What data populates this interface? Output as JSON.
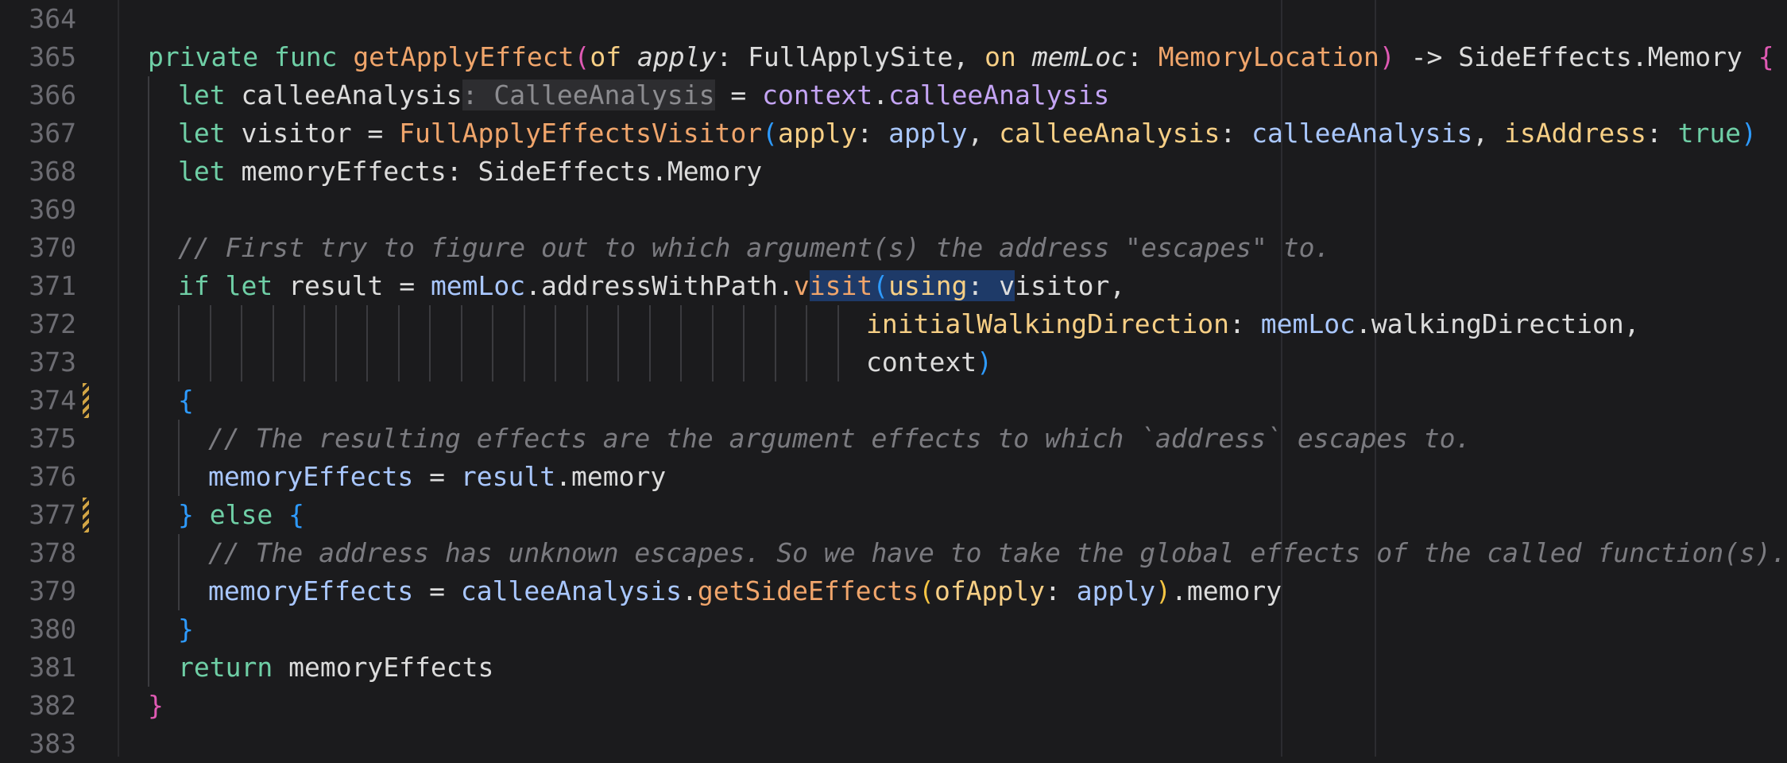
{
  "editor": {
    "line_numbers": [
      "364",
      "365",
      "366",
      "367",
      "368",
      "369",
      "370",
      "371",
      "372",
      "373",
      "374",
      "375",
      "376",
      "377",
      "378",
      "379",
      "380",
      "381",
      "382",
      "383"
    ],
    "lines": [
      {
        "indent": 0,
        "tokens": []
      },
      {
        "indent": 0,
        "tokens": [
          {
            "t": "private",
            "c": "kw"
          },
          {
            "t": " ",
            "c": "pu"
          },
          {
            "t": "func",
            "c": "kw"
          },
          {
            "t": " ",
            "c": "pu"
          },
          {
            "t": "getApplyEffect",
            "c": "fn"
          },
          {
            "t": "(",
            "c": "br-pink"
          },
          {
            "t": "of",
            "c": "lbl"
          },
          {
            "t": " ",
            "c": "pu"
          },
          {
            "t": "apply",
            "c": "param"
          },
          {
            "t": ": ",
            "c": "pu"
          },
          {
            "t": "FullApplySite",
            "c": "typ"
          },
          {
            "t": ", ",
            "c": "pu"
          },
          {
            "t": "on",
            "c": "lbl"
          },
          {
            "t": " ",
            "c": "pu"
          },
          {
            "t": "memLoc",
            "c": "param"
          },
          {
            "t": ": ",
            "c": "pu"
          },
          {
            "t": "MemoryLocation",
            "c": "typ2"
          },
          {
            "t": ")",
            "c": "br-pink"
          },
          {
            "t": " -> ",
            "c": "pu"
          },
          {
            "t": "SideEffects.Memory",
            "c": "typ"
          },
          {
            "t": " ",
            "c": "pu"
          },
          {
            "t": "{",
            "c": "br-pink"
          }
        ]
      },
      {
        "indent": 1,
        "tokens": [
          {
            "t": "let",
            "c": "kw"
          },
          {
            "t": " ",
            "c": "pu"
          },
          {
            "t": "calleeAnalysis",
            "c": "ident"
          },
          {
            "t": ": CalleeAnalysis",
            "c": "hint"
          },
          {
            "t": " = ",
            "c": "pu"
          },
          {
            "t": "context",
            "c": "prop2"
          },
          {
            "t": ".",
            "c": "pu"
          },
          {
            "t": "calleeAnalysis",
            "c": "prop2"
          }
        ]
      },
      {
        "indent": 1,
        "tokens": [
          {
            "t": "let",
            "c": "kw"
          },
          {
            "t": " ",
            "c": "pu"
          },
          {
            "t": "visitor",
            "c": "ident"
          },
          {
            "t": " = ",
            "c": "pu"
          },
          {
            "t": "FullApplyEffectsVisitor",
            "c": "fn"
          },
          {
            "t": "(",
            "c": "br-blue"
          },
          {
            "t": "apply",
            "c": "lbl"
          },
          {
            "t": ": ",
            "c": "pu"
          },
          {
            "t": "apply",
            "c": "vr"
          },
          {
            "t": ", ",
            "c": "pu"
          },
          {
            "t": "calleeAnalysis",
            "c": "lbl"
          },
          {
            "t": ": ",
            "c": "pu"
          },
          {
            "t": "calleeAnalysis",
            "c": "vr"
          },
          {
            "t": ", ",
            "c": "pu"
          },
          {
            "t": "isAddress",
            "c": "lbl"
          },
          {
            "t": ": ",
            "c": "pu"
          },
          {
            "t": "true",
            "c": "bool"
          },
          {
            "t": ")",
            "c": "br-blue"
          }
        ]
      },
      {
        "indent": 1,
        "tokens": [
          {
            "t": "let",
            "c": "kw"
          },
          {
            "t": " ",
            "c": "pu"
          },
          {
            "t": "memoryEffects",
            "c": "ident"
          },
          {
            "t": ": ",
            "c": "pu"
          },
          {
            "t": "SideEffects.Memory",
            "c": "typ"
          }
        ]
      },
      {
        "indent": 1,
        "tokens": []
      },
      {
        "indent": 1,
        "tokens": [
          {
            "t": "// First try to figure out to which argument(s) the address \"escapes\" to.",
            "c": "cmt"
          }
        ]
      },
      {
        "indent": 1,
        "tokens": [
          {
            "t": "if",
            "c": "kw"
          },
          {
            "t": " ",
            "c": "pu"
          },
          {
            "t": "let",
            "c": "kw"
          },
          {
            "t": " ",
            "c": "pu"
          },
          {
            "t": "result",
            "c": "ident"
          },
          {
            "t": " = ",
            "c": "pu"
          },
          {
            "t": "memLoc",
            "c": "vr"
          },
          {
            "t": ".",
            "c": "pu"
          },
          {
            "t": "addressWithPath",
            "c": "ident"
          },
          {
            "t": ".",
            "c": "pu"
          },
          {
            "t": "v",
            "c": "fn"
          },
          {
            "t": "isit",
            "c": "fn",
            "hl": true
          },
          {
            "t": "(",
            "c": "br-blue",
            "hl": true
          },
          {
            "t": "using",
            "c": "lbl",
            "hl": true
          },
          {
            "t": ": ",
            "c": "pu",
            "hl": true
          },
          {
            "t": "v",
            "c": "ident",
            "hl": true
          },
          {
            "t": "isitor",
            "c": "ident"
          },
          {
            "t": ",",
            "c": "pu"
          }
        ]
      },
      {
        "indent": 0,
        "pad": 22,
        "tokens": [
          {
            "t": "initialWalkingDirection",
            "c": "lbl"
          },
          {
            "t": ": ",
            "c": "pu"
          },
          {
            "t": "memLoc",
            "c": "vr"
          },
          {
            "t": ".",
            "c": "pu"
          },
          {
            "t": "walkingDirection",
            "c": "ident"
          },
          {
            "t": ",",
            "c": "pu"
          }
        ]
      },
      {
        "indent": 0,
        "pad": 22,
        "tokens": [
          {
            "t": "context",
            "c": "ident"
          },
          {
            "t": ")",
            "c": "br-blue"
          }
        ]
      },
      {
        "indent": 1,
        "tokens": [
          {
            "t": "{",
            "c": "br-blue"
          }
        ]
      },
      {
        "indent": 2,
        "tokens": [
          {
            "t": "// The resulting effects are the argument effects to which `address` escapes to.",
            "c": "cmt"
          }
        ]
      },
      {
        "indent": 2,
        "tokens": [
          {
            "t": "memoryEffects",
            "c": "vr"
          },
          {
            "t": " = ",
            "c": "pu"
          },
          {
            "t": "result",
            "c": "vr"
          },
          {
            "t": ".",
            "c": "pu"
          },
          {
            "t": "memory",
            "c": "ident"
          }
        ]
      },
      {
        "indent": 1,
        "tokens": [
          {
            "t": "}",
            "c": "br-blue"
          },
          {
            "t": " ",
            "c": "pu"
          },
          {
            "t": "else",
            "c": "kw"
          },
          {
            "t": " ",
            "c": "pu"
          },
          {
            "t": "{",
            "c": "br-blue"
          }
        ]
      },
      {
        "indent": 2,
        "tokens": [
          {
            "t": "// The address has unknown escapes. So we have to take the global effects of the called function(s).",
            "c": "cmt"
          }
        ]
      },
      {
        "indent": 2,
        "tokens": [
          {
            "t": "memoryEffects",
            "c": "vr"
          },
          {
            "t": " = ",
            "c": "pu"
          },
          {
            "t": "calleeAnalysis",
            "c": "vr"
          },
          {
            "t": ".",
            "c": "pu"
          },
          {
            "t": "getSideEffects",
            "c": "fn"
          },
          {
            "t": "(",
            "c": "br-gold"
          },
          {
            "t": "ofApply",
            "c": "lbl"
          },
          {
            "t": ": ",
            "c": "pu"
          },
          {
            "t": "apply",
            "c": "vr"
          },
          {
            "t": ")",
            "c": "br-gold"
          },
          {
            "t": ".",
            "c": "pu"
          },
          {
            "t": "memory",
            "c": "ident"
          }
        ]
      },
      {
        "indent": 1,
        "tokens": [
          {
            "t": "}",
            "c": "br-blue"
          }
        ]
      },
      {
        "indent": 1,
        "tokens": [
          {
            "t": "return",
            "c": "kw"
          },
          {
            "t": " ",
            "c": "pu"
          },
          {
            "t": "memoryEffects",
            "c": "ident"
          }
        ]
      },
      {
        "indent": 0,
        "tokens": [
          {
            "t": "}",
            "c": "br-pink"
          }
        ]
      },
      {
        "indent": 0,
        "tokens": []
      }
    ]
  }
}
